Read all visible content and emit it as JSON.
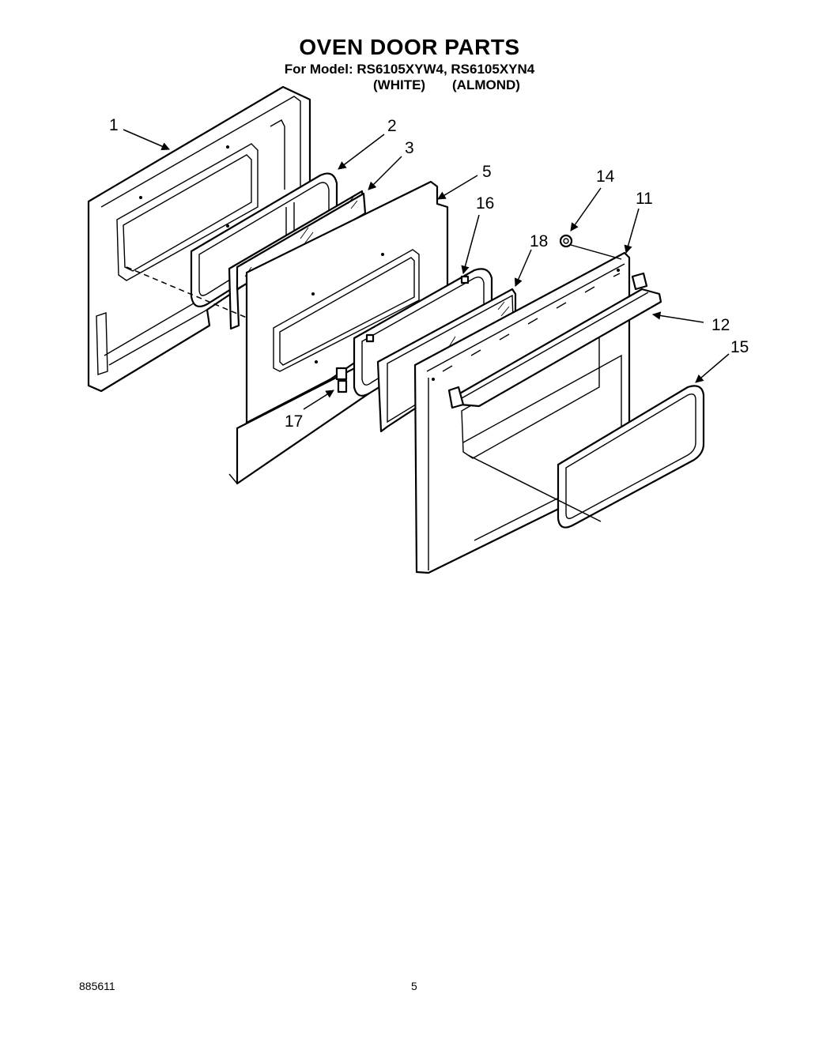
{
  "header": {
    "title": "OVEN DOOR PARTS",
    "model_line": "For Model: RS6105XYW4, RS6105XYN4",
    "variant_white": "(WHITE)",
    "variant_almond": "(ALMOND)"
  },
  "callouts": {
    "c1": "1",
    "c2": "2",
    "c3": "3",
    "c5": "5",
    "c16": "16",
    "c14": "14",
    "c11": "11",
    "c18": "18",
    "c12": "12",
    "c15": "15",
    "c17": "17"
  },
  "footer": {
    "doc_number": "885611",
    "page_number": "5"
  }
}
